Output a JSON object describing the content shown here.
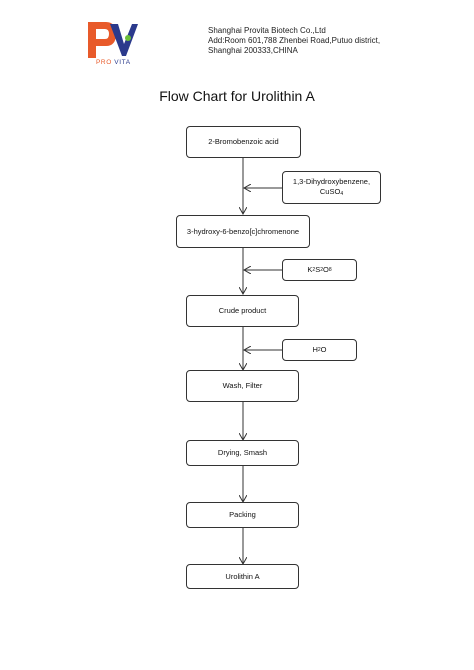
{
  "header": {
    "logo_text_pro": "PRO",
    "logo_text_vita": "VITA",
    "company_name": "Shanghai Provita Biotech Co.,Ltd",
    "address_line1": "Add:Room 601,788 Zhenbei Road,Putuo district,",
    "address_line2": "Shanghai 200333,CHINA"
  },
  "title": "Flow Chart for Urolithin A",
  "steps": [
    {
      "label": "2-Bromobenzoic acid"
    },
    {
      "label": "3-hydroxy-6-benzo[c]chromenone"
    },
    {
      "label": "Crude product"
    },
    {
      "label": "Wash, Filter"
    },
    {
      "label": "Drying, Smash"
    },
    {
      "label": "Packing"
    },
    {
      "label": "Urolithin A"
    }
  ],
  "inputs": [
    {
      "line1": "1,3-Dihydroxybenzene,",
      "line2_base": "CuSO",
      "line2_sub": "4"
    },
    {
      "part1": "K",
      "sub1": "2",
      "part2": "S",
      "sub2": "2",
      "part3": "O",
      "sub3": "8"
    },
    {
      "part1": "H",
      "sub1": "2",
      "part2": "O"
    }
  ],
  "colors": {
    "logo_orange": "#e85a2a",
    "logo_blue": "#2b3a8c",
    "line": "#333333"
  }
}
